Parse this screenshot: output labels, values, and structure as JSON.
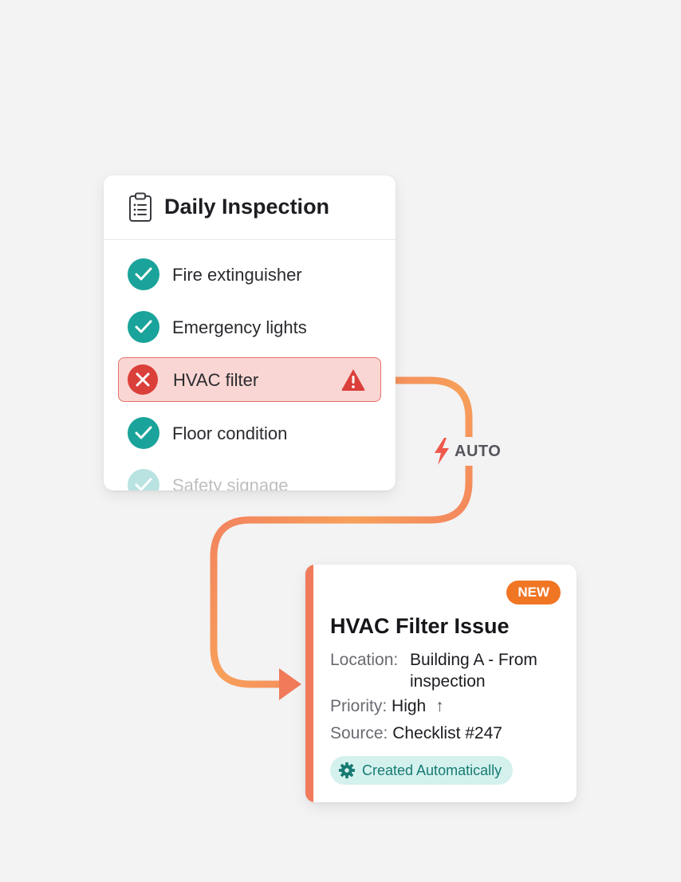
{
  "checklist": {
    "title": "Daily Inspection",
    "items": [
      {
        "label": "Fire extinguisher",
        "status": "pass"
      },
      {
        "label": "Emergency lights",
        "status": "pass"
      },
      {
        "label": "HVAC filter",
        "status": "fail"
      },
      {
        "label": "Floor condition",
        "status": "pass"
      },
      {
        "label": "Safety signage",
        "status": "pass"
      }
    ]
  },
  "connector": {
    "label": "AUTO"
  },
  "ticket": {
    "badge": "NEW",
    "title": "HVAC Filter Issue",
    "location_key": "Location:",
    "location_value": "Building A - From inspection",
    "priority_key": "Priority:",
    "priority_value": "High",
    "priority_arrow": "↑",
    "source_key": "Source:",
    "source_value": "Checklist #247",
    "created_label": "Created Automatically"
  },
  "colors": {
    "pass": "#1aa39a",
    "fail": "#db3f3a",
    "badge": "#f07624",
    "accent": "#f07a5a",
    "chip_bg": "#d4f1ee",
    "chip_text": "#167a72"
  }
}
